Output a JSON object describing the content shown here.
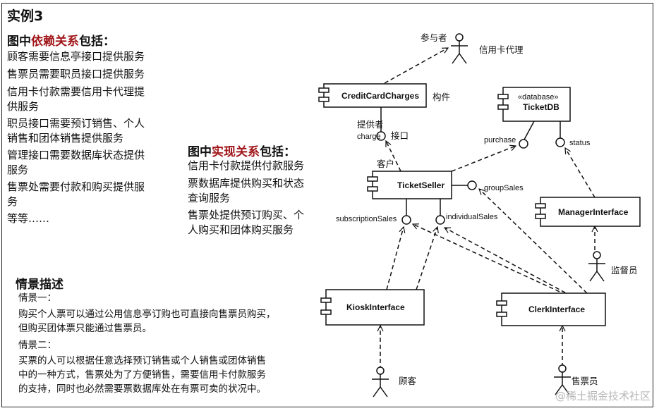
{
  "title": "实例3",
  "dependency": {
    "heading_prefix": "图中",
    "heading_keyword": "依赖关系",
    "heading_suffix": "包括：",
    "lines": [
      "顾客需要信息亭接口提供服务",
      "售票员需要职员接口提供服务",
      "信用卡付款需要信用卡代理提",
      "供服务",
      "职员接口需要预订销售、个人",
      "销售和团体销售提供服务",
      "管理接口需要数据库状态提供",
      "服务",
      "售票处需要付款和购买提供服",
      "务",
      "等等……"
    ]
  },
  "realization": {
    "heading_prefix": "图中",
    "heading_keyword": "实现关系",
    "heading_suffix": "包括：",
    "lines": [
      "信用卡付款提供付款服务",
      "票数据库提供购买和状态",
      "查询服务",
      "售票处提供预订购买、个",
      "人购买和团体购买服务"
    ]
  },
  "scenario": {
    "heading": "情景描述",
    "s1_title": "情景一：",
    "s1_lines": [
      "购买个人票可以通过公用信息亭订购也可直接向售票员购买，",
      "但购买团体票只能通过售票员。"
    ],
    "s2_title": "情景二：",
    "s2_lines": [
      "买票的人可以根据任意选择预订销售或个人销售或团体销售",
      "中的一种方式，售票处为了方便销售，需要信用卡付款服务",
      "的支持，同时也必然需要票数据库处在有票可卖的状况中。"
    ]
  },
  "diagram": {
    "components": {
      "creditcard": "CreditCardCharges",
      "ticketdb_stereo": "«database»",
      "ticketdb": "TicketDB",
      "ticketseller": "TicketSeller",
      "manager": "ManagerInterface",
      "kiosk": "KioskInterface",
      "clerk": "ClerkInterface"
    },
    "interfaces": {
      "charge": "charge",
      "purchase": "purchase",
      "status": "status",
      "groupSales": "groupSales",
      "subscriptionSales": "subscriptionSales",
      "individualSales": "individualSales"
    },
    "labels": {
      "participant": "参与者",
      "credit_agent": "信用卡代理",
      "component": "构件",
      "provider": "提供者",
      "interface": "接口",
      "client": "客户",
      "supervisor": "监督员",
      "customer": "顾客",
      "clerk_actor": "售票员"
    }
  },
  "watermark": "@稀土掘金技术社区"
}
